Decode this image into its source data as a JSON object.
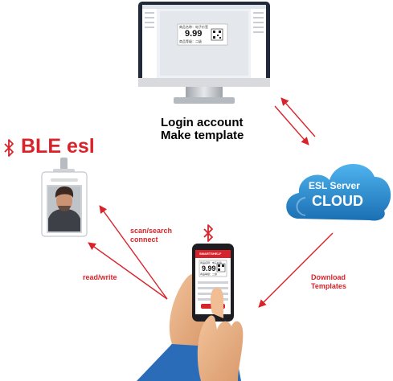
{
  "monitor": {
    "tag_line1": "商品名称：电子价签",
    "tag_price": "9.99",
    "tag_line3": "商品等级：二级",
    "caption_line1": "Login account",
    "caption_line2": "Make template"
  },
  "ble_title": "BLE esl",
  "cloud": {
    "line1": "ESL Server",
    "line2": "CLOUD"
  },
  "phone": {
    "header": "SMARTSHELF",
    "tag_line1": "商品名称：电子价签",
    "tag_price": "9.99",
    "tag_line3": "商品等级：二级"
  },
  "labels": {
    "scan_line1": "scan/search",
    "scan_line2": "connect",
    "read_write": "read/write",
    "download_line1": "Download",
    "download_line2": "Templates"
  },
  "colors": {
    "accent_red": "#d9232a",
    "cloud_blue": "#1f7fc4",
    "screen_blue": "#2a4f86"
  }
}
